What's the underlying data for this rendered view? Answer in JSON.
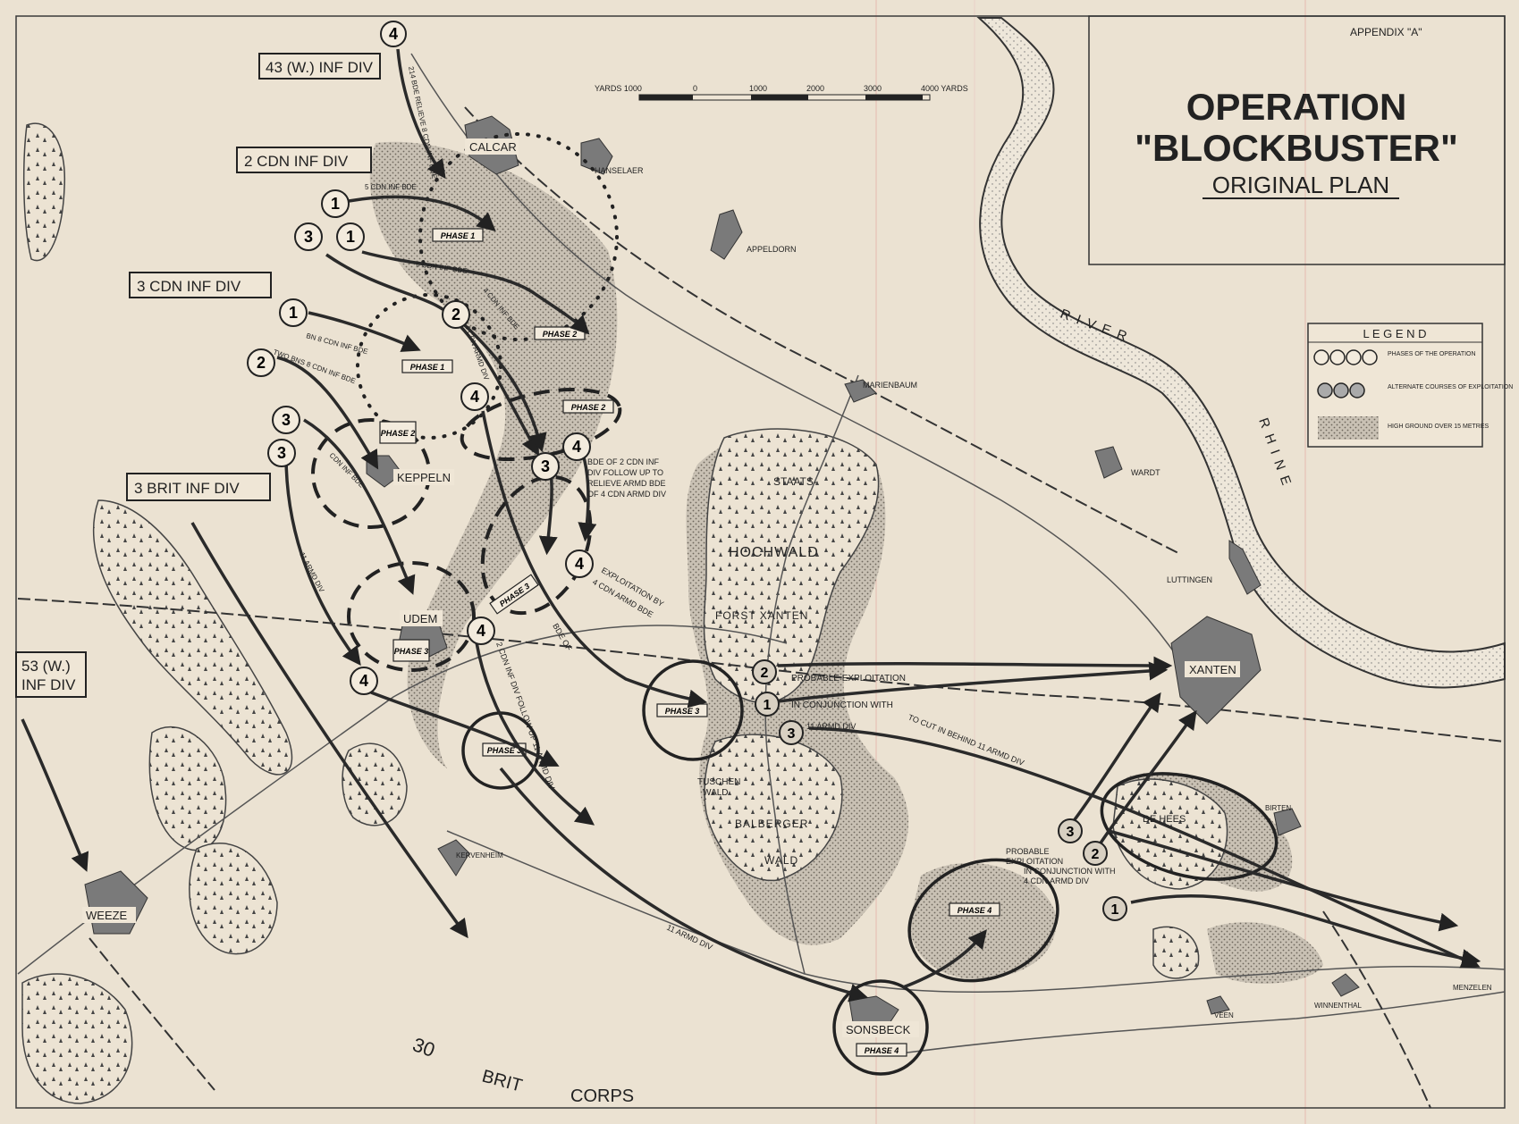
{
  "appendix": "APPENDIX \"A\"",
  "title": {
    "line1": "OPERATION",
    "line2": "\"BLOCKBUSTER\"",
    "line3": "ORIGINAL PLAN"
  },
  "scale": {
    "unit_label": "YARDS 1000",
    "ticks": [
      "0",
      "1000",
      "2000",
      "3000",
      "4000 YARDS"
    ]
  },
  "legend": {
    "title": "L E G E N D",
    "items": [
      {
        "symbol": "1234",
        "text": "PHASES OF THE OPERATION"
      },
      {
        "symbol": "123",
        "text": "ALTERNATE COURSES OF EXPLOITATION"
      },
      {
        "symbol": "stipple",
        "text": "HIGH GROUND OVER 15 METRES"
      }
    ]
  },
  "divisions": {
    "div43": "43 (W.) INF DIV",
    "div2cdn": "2 CDN INF DIV",
    "div3cdn": "3 CDN INF DIV",
    "div3brit": "3 BRIT INF DIV",
    "div53a": "53 (W.)",
    "div53b": "INF DIV"
  },
  "places": {
    "calcar": "CALCAR",
    "hanselaer": "HANSELAER",
    "appeldorn": "APPELDORN",
    "marienbaum": "MARIENBAUM",
    "wardt": "WARDT",
    "luttingen": "LUTTINGEN",
    "keppeln": "KEPPELN",
    "udem": "UDEM",
    "staats": "STAATS-",
    "hochwald": "HOCHWALD",
    "forst_xanten": "FORST XANTEN",
    "xanten": "XANTEN",
    "tuschen1": "TUSCHEN",
    "tuschen2": "WALD",
    "balberger1": "BALBERGER",
    "balberger2": "WALD",
    "kervenheim": "KERVENHEIM",
    "sonsbeck": "SONSBECK",
    "weeze": "WEEZE",
    "de_hees": "DE HEES",
    "birten": "BIRTEN",
    "veen": "VEEN",
    "winnenthal": "WINNENTHAL",
    "menzelen": "MENZELEN",
    "river1": "RIVER",
    "river2": "RHINE"
  },
  "corps": {
    "n": "30",
    "brit": "BRIT",
    "corps": "CORPS"
  },
  "annotations": {
    "relieve4": "214 BDE RELIEVE 8 CDN INF BDE",
    "bde5": "5 CDN INF BDE",
    "bde6": "6 CDN INF BDE",
    "bde4": "4 CDN INF BDE",
    "armd4": "4 CDN ARMD DIV",
    "bns8": "BN 8 CDN INF BDE",
    "twobns": "TWO BNS 8 CDN INF BDE",
    "bde9": "CDN INF BDE",
    "armd11": "11 ARMD DIV",
    "relieve_armd1": "BDE OF 2 CDN INF",
    "relieve_armd2": "DIV FOLLOW UP TO",
    "relieve_armd3": "RELIEVE ARMD BDE",
    "relieve_armd4": "OF 4 CDN ARMD DIV",
    "exploit1": "EXPLOITATION BY",
    "exploit2": "4 CDN ARMD BDE",
    "bde_of": "BDE OF",
    "follow11": "2 CDN INF DIV FOLLOW UP 11 ARMD DIV",
    "probable1": "PROBABLE EXPLOITATION",
    "conjunction": "IN CONJUNCTION WITH",
    "armd11b": "11 ARMD DIV",
    "cutbehind": "TO CUT IN BEHIND 11 ARMD DIV",
    "probable2a": "PROBABLE",
    "probable2b": "EXPLOITATION",
    "probable2c": "IN CONJUNCTION WITH",
    "probable2d": "4 CDN ARMD DIV",
    "armd11c": "11 ARMD DIV"
  },
  "phase_labels": {
    "p1": "PHASE 1",
    "p2": "PHASE 2",
    "p3": "PHASE 3",
    "p4": "PHASE 4"
  },
  "phase_numbers": {
    "one": "1",
    "two": "2",
    "three": "3",
    "four": "4"
  }
}
